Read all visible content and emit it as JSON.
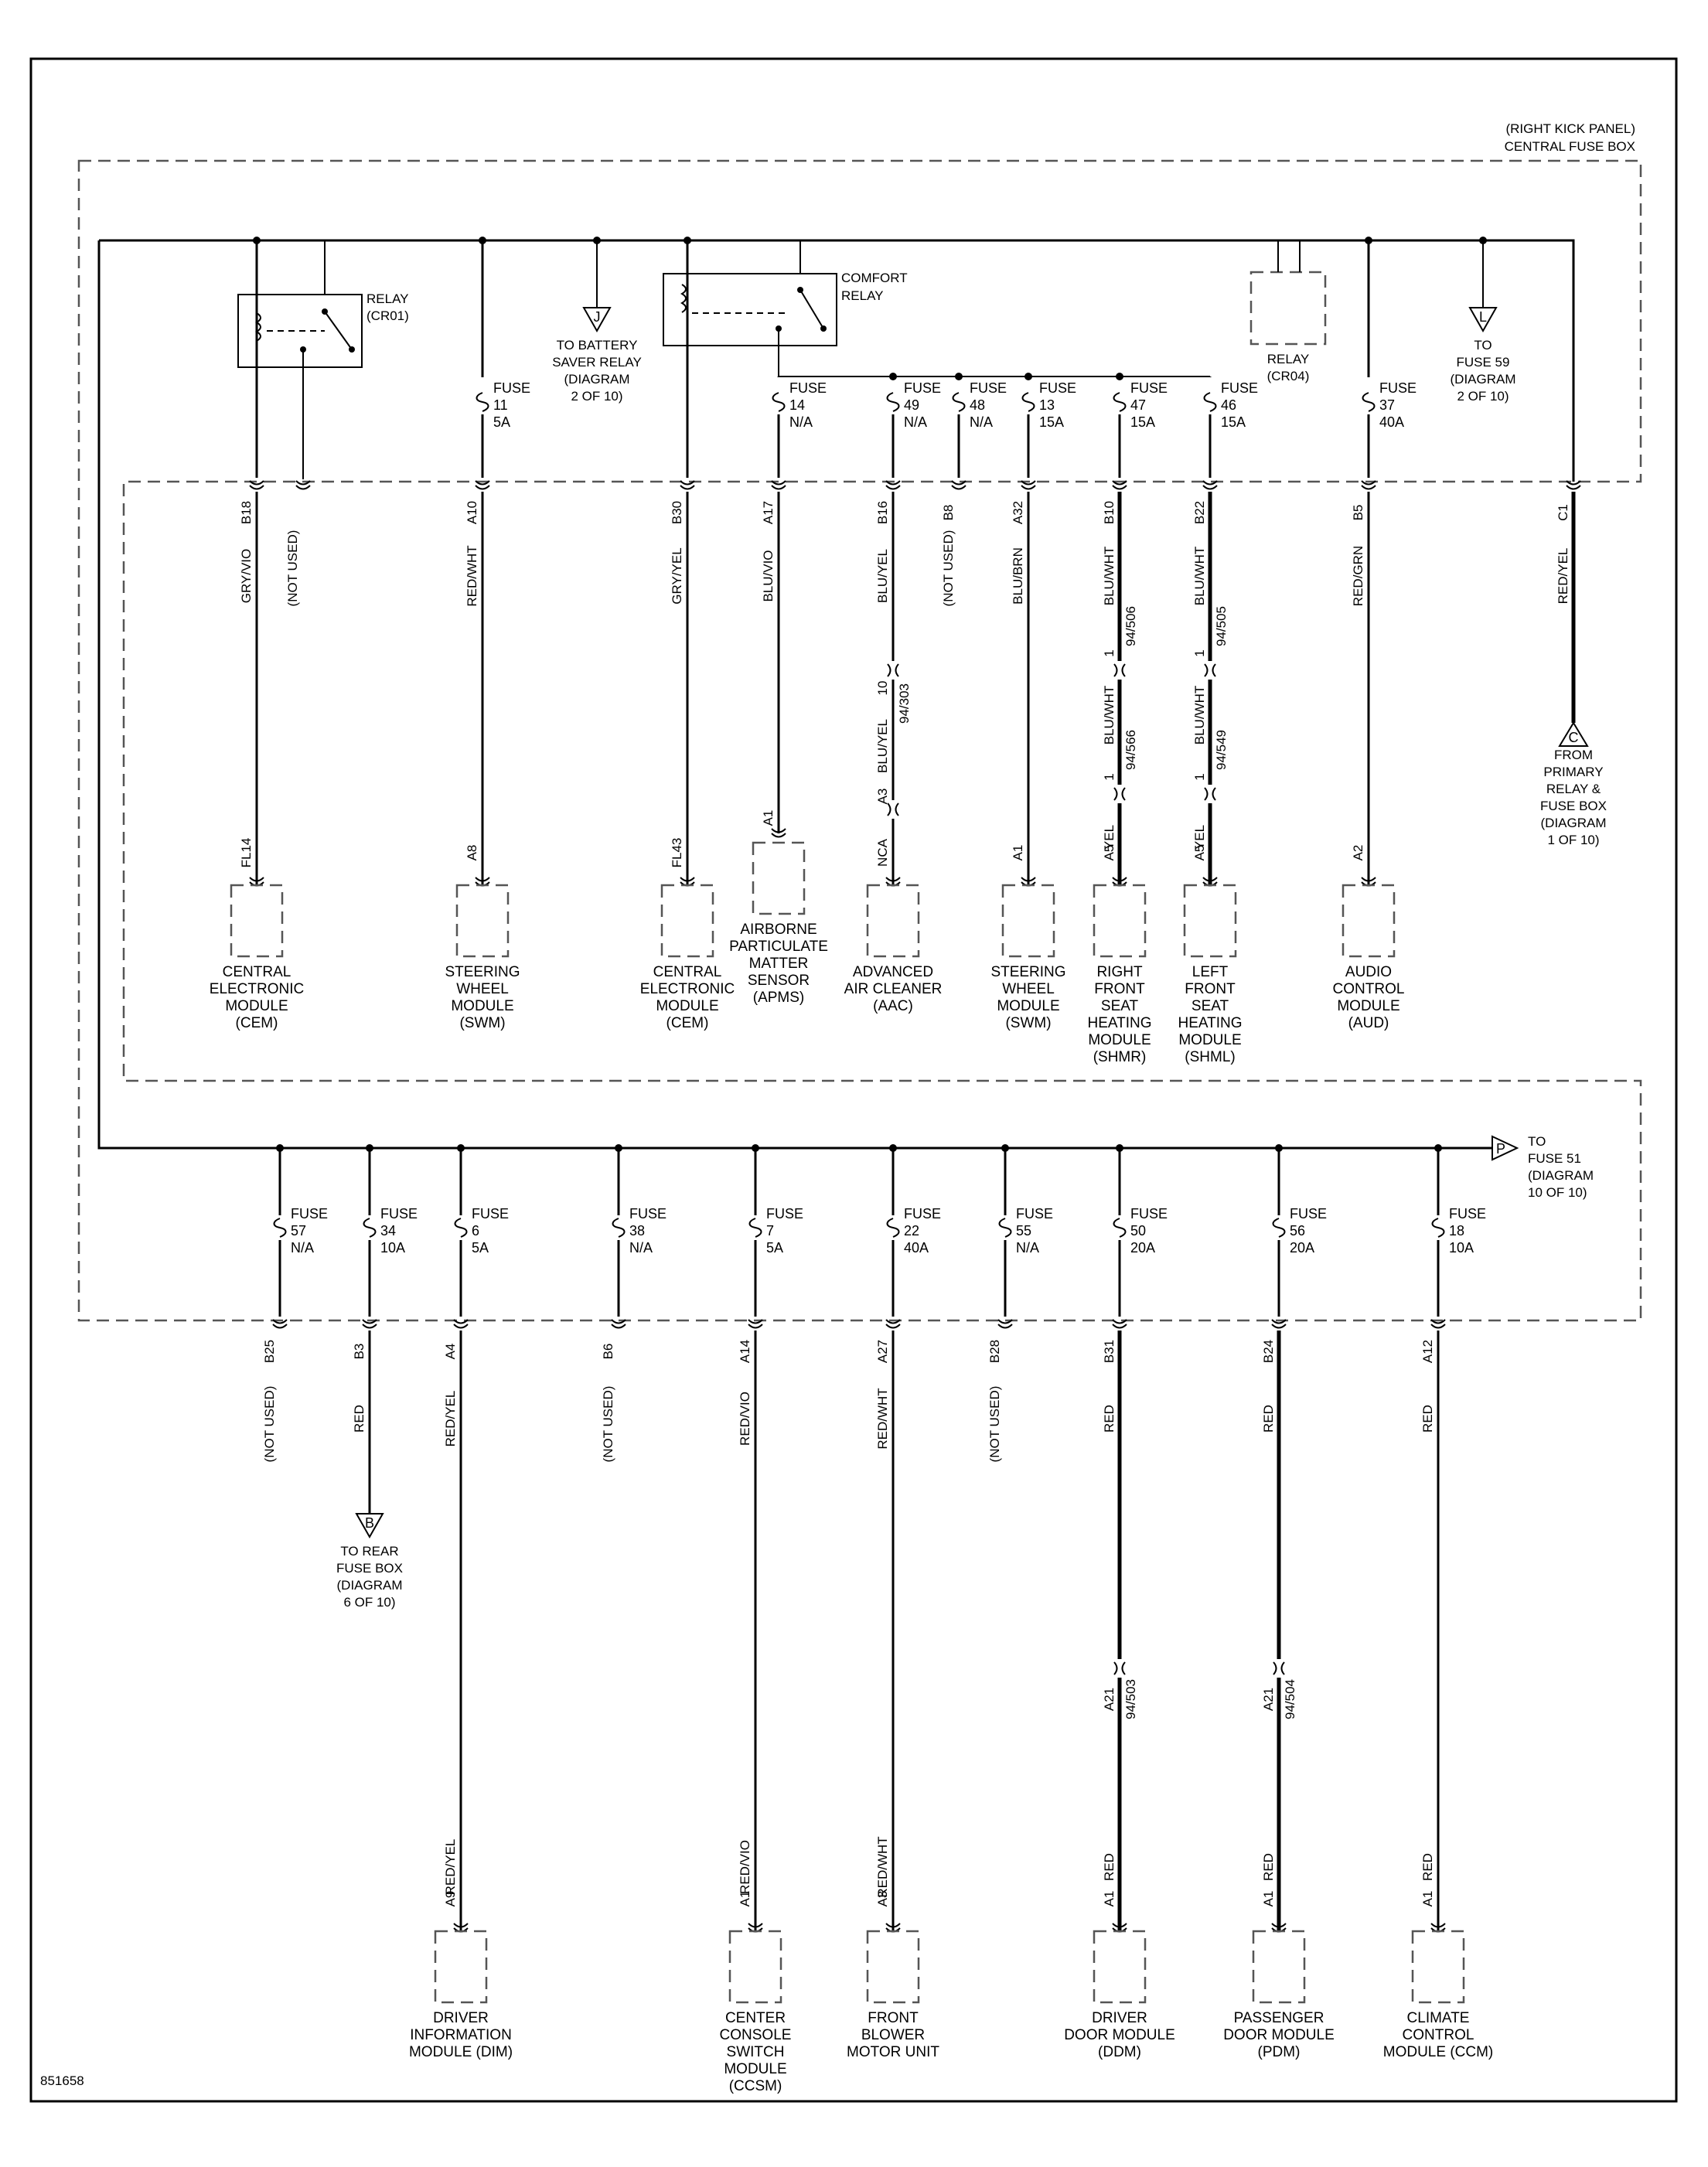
{
  "diagram_id": "851658",
  "enclosure": {
    "line1": "(RIGHT KICK PANEL)",
    "line2": "CENTRAL FUSE BOX"
  },
  "relays": {
    "cr01": {
      "line1": "RELAY",
      "line2": "(CR01)"
    },
    "comfort": {
      "line1": "COMFORT",
      "line2": "RELAY"
    },
    "cr04": {
      "line1": "RELAY",
      "line2": "(CR04)"
    }
  },
  "refs": {
    "J": {
      "letter": "J",
      "lines": [
        "TO BATTERY",
        "SAVER RELAY",
        "(DIAGRAM",
        "2 OF 10)"
      ]
    },
    "L": {
      "letter": "L",
      "lines": [
        "TO",
        "FUSE 59",
        "(DIAGRAM",
        "2 OF 10)"
      ]
    },
    "C": {
      "letter": "C",
      "lines": [
        "FROM",
        "PRIMARY",
        "RELAY &",
        "FUSE BOX",
        "(DIAGRAM",
        "1 OF 10)"
      ]
    },
    "P": {
      "letter": "P",
      "lines": [
        "TO",
        "FUSE 51",
        "(DIAGRAM",
        "10 OF 10)"
      ]
    },
    "B": {
      "letter": "B",
      "lines": [
        "TO REAR",
        "FUSE BOX",
        "(DIAGRAM",
        "6 OF 10)"
      ]
    }
  },
  "top_circuits": [
    {
      "pin": "B18",
      "wire": "GRY/VIO",
      "end_pin": "FL14",
      "module": [
        "CENTRAL",
        "ELECTRONIC",
        "MODULE",
        "(CEM)"
      ]
    },
    {
      "pin": "",
      "wire": "(NOT USED)"
    },
    {
      "fuse": [
        "FUSE",
        "11",
        "5A"
      ],
      "pin": "A10",
      "wire": "RED/WHT",
      "end_pin": "A8",
      "module": [
        "STEERING",
        "WHEEL",
        "MODULE",
        "(SWM)"
      ]
    },
    {
      "pin": "B30",
      "wire": "GRY/YEL",
      "end_pin": "FL43",
      "module": [
        "CENTRAL",
        "ELECTRONIC",
        "MODULE",
        "(CEM)"
      ]
    },
    {
      "fuse": [
        "FUSE",
        "14",
        "N/A"
      ],
      "pin": "A17",
      "wire": "BLU/VIO",
      "end_pin": "A1",
      "module": [
        "AIRBORNE",
        "PARTICULATE",
        "MATTER",
        "SENSOR",
        "(APMS)"
      ]
    },
    {
      "fuse": [
        "FUSE",
        "49",
        "N/A"
      ],
      "pin": "B16",
      "wire": "BLU/YEL",
      "inline": {
        "pin": "10",
        "ref": "94/303",
        "pin2": "A3",
        "wire2": "BLU/YEL"
      },
      "end_pin": "NCA",
      "module": [
        "ADVANCED",
        "AIR CLEANER",
        "(AAC)"
      ]
    },
    {
      "fuse": [
        "FUSE",
        "48",
        "N/A"
      ],
      "pin": "B8",
      "wire": "(NOT USED)"
    },
    {
      "fuse": [
        "FUSE",
        "13",
        "15A"
      ],
      "pin": "A32",
      "wire": "BLU/BRN",
      "end_pin": "A1",
      "module": [
        "STEERING",
        "WHEEL",
        "MODULE",
        "(SWM)"
      ]
    },
    {
      "fuse": [
        "FUSE",
        "47",
        "15A"
      ],
      "pin": "B10",
      "wire": "BLU/WHT",
      "inline": {
        "pin": "1",
        "ref": "94/506",
        "wire2": "BLU/WHT",
        "pin2": "1",
        "ref2": "94/566",
        "wire3": "YEL"
      },
      "end_pin": "A5",
      "module": [
        "RIGHT",
        "FRONT",
        "SEAT",
        "HEATING",
        "MODULE",
        "(SHMR)"
      ]
    },
    {
      "fuse": [
        "FUSE",
        "46",
        "15A"
      ],
      "pin": "B22",
      "wire": "BLU/WHT",
      "inline": {
        "pin": "1",
        "ref": "94/505",
        "wire2": "BLU/WHT",
        "pin2": "1",
        "ref2": "94/549",
        "wire3": "YEL"
      },
      "end_pin": "A5",
      "module": [
        "LEFT",
        "FRONT",
        "SEAT",
        "HEATING",
        "MODULE",
        "(SHML)"
      ]
    },
    {
      "fuse": [
        "FUSE",
        "37",
        "40A"
      ],
      "pin": "B5",
      "wire": "RED/GRN",
      "end_pin": "A2",
      "module": [
        "AUDIO",
        "CONTROL",
        "MODULE",
        "(AUD)"
      ]
    },
    {
      "pin": "C1",
      "wire": "RED/YEL"
    }
  ],
  "bottom_circuits": [
    {
      "fuse": [
        "FUSE",
        "57",
        "N/A"
      ],
      "pin": "B25",
      "wire": "(NOT USED)"
    },
    {
      "fuse": [
        "FUSE",
        "34",
        "10A"
      ],
      "pin": "B3",
      "wire": "RED"
    },
    {
      "fuse": [
        "FUSE",
        "6",
        "5A"
      ],
      "pin": "A4",
      "wire": "RED/YEL",
      "wire_low": "RED/YEL",
      "end_pin": "A9",
      "module": [
        "DRIVER",
        "INFORMATION",
        "MODULE (DIM)"
      ]
    },
    {
      "fuse": [
        "FUSE",
        "38",
        "N/A"
      ],
      "pin": "B6",
      "wire": "(NOT USED)"
    },
    {
      "fuse": [
        "FUSE",
        "7",
        "5A"
      ],
      "pin": "A14",
      "wire": "RED/VIO",
      "wire_low": "RED/VIO",
      "end_pin": "A1",
      "module": [
        "CENTER",
        "CONSOLE",
        "SWITCH",
        "MODULE",
        "(CCSM)"
      ]
    },
    {
      "fuse": [
        "FUSE",
        "22",
        "40A"
      ],
      "pin": "A27",
      "wire": "RED/WHT",
      "wire_low": "RED/WHT",
      "end_pin": "A3",
      "module": [
        "FRONT",
        "BLOWER",
        "MOTOR UNIT"
      ]
    },
    {
      "fuse": [
        "FUSE",
        "55",
        "N/A"
      ],
      "pin": "B28",
      "wire": "(NOT USED)"
    },
    {
      "fuse": [
        "FUSE",
        "50",
        "20A"
      ],
      "pin": "B31",
      "wire": "RED",
      "inline": {
        "pin": "A21",
        "ref": "94/503"
      },
      "wire_low": "RED",
      "end_pin": "A1",
      "module": [
        "DRIVER",
        "DOOR MODULE",
        "(DDM)"
      ]
    },
    {
      "fuse": [
        "FUSE",
        "56",
        "20A"
      ],
      "pin": "B24",
      "wire": "RED",
      "inline": {
        "pin": "A21",
        "ref": "94/504"
      },
      "wire_low": "RED",
      "end_pin": "A1",
      "module": [
        "PASSENGER",
        "DOOR MODULE",
        "(PDM)"
      ]
    },
    {
      "fuse": [
        "FUSE",
        "18",
        "10A"
      ],
      "pin": "A12",
      "wire": "RED",
      "wire_low": "RED",
      "end_pin": "A1",
      "module": [
        "CLIMATE",
        "CONTROL",
        "MODULE (CCM)"
      ]
    }
  ]
}
